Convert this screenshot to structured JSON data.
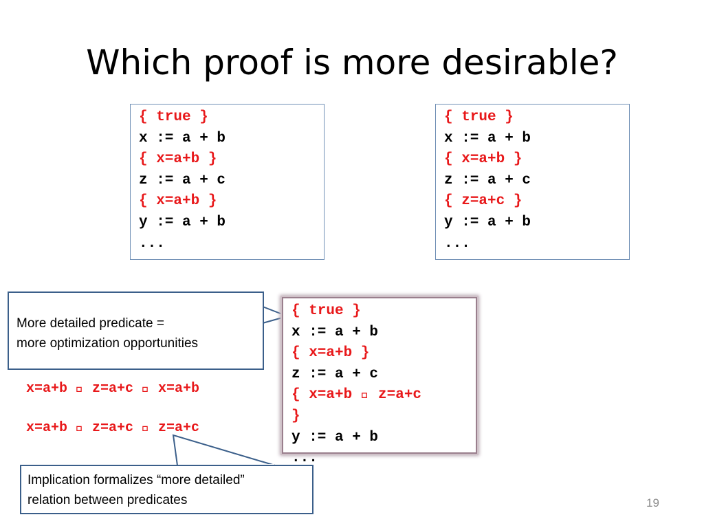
{
  "slide": {
    "title": "Which proof is more desirable?",
    "page_number": "19"
  },
  "proof_left": [
    {
      "text": "{ true }",
      "color": "red"
    },
    {
      "text": "x := a + b",
      "color": "black"
    },
    {
      "text": "{ x=a+b }",
      "color": "red"
    },
    {
      "text": "z := a + c",
      "color": "black"
    },
    {
      "text": "{ x=a+b }",
      "color": "red"
    },
    {
      "text": "y := a + b",
      "color": "black"
    },
    {
      "text": "...",
      "color": "black"
    }
  ],
  "proof_right": [
    {
      "text": "{ true }",
      "color": "red"
    },
    {
      "text": "x := a + b",
      "color": "black"
    },
    {
      "text": "{ x=a+b }",
      "color": "red"
    },
    {
      "text": "z := a + c",
      "color": "black"
    },
    {
      "text": "{ z=a+c }",
      "color": "red"
    },
    {
      "text": "y := a + b",
      "color": "black"
    },
    {
      "text": "...",
      "color": "black"
    }
  ],
  "proof_middle": [
    {
      "text": "{ true }",
      "color": "red"
    },
    {
      "text": "x := a + b",
      "color": "black"
    },
    {
      "text": "{ x=a+b }",
      "color": "red"
    },
    {
      "text": "z := a + c",
      "color": "black"
    },
    {
      "text": "{ x=a+b  z=a+c",
      "color": "red"
    },
    {
      "text": "}",
      "color": "red"
    },
    {
      "text": "y := a + b",
      "color": "black"
    },
    {
      "text": "...",
      "color": "black"
    }
  ],
  "implications": [
    "x=a+b  z=a+c  x=a+b",
    "x=a+b  z=a+c  z=a+c"
  ],
  "callouts": {
    "top": [
      "More detailed predicate =",
      "more optimization  opportunities"
    ],
    "bottom": [
      "Implication formalizes “more detailed”",
      "relation between predicates"
    ]
  },
  "colors": {
    "predicate_red": "#e8181a",
    "box_border": "#6f8fb5",
    "callout_border": "#3b5f8a"
  }
}
